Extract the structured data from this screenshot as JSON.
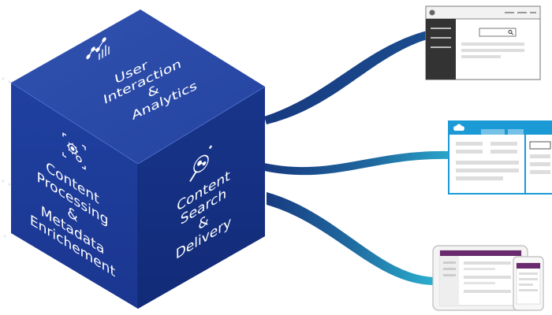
{
  "cube": {
    "top_face": [
      "User",
      "Interaction",
      "&",
      "Analytics"
    ],
    "left_face": [
      "Content",
      "Processing",
      "&",
      "Metadata",
      "Enrichement"
    ],
    "right_face": [
      "Content",
      "Search",
      "&",
      "Delivery"
    ]
  },
  "icons": {
    "top": "analytics-chart-icon",
    "left": "gear-processing-icon",
    "right": "magnifier-search-icon"
  },
  "colors": {
    "cube_top": "#2b4aa7",
    "cube_left": "#1c3997",
    "cube_right": "#14307f",
    "connector_dark": "#173a80",
    "connector_light": "#2aa6c9",
    "salesforce_blue": "#1b9ad6",
    "tablet_purple": "#6a2a6e",
    "web_sidebar": "#333333"
  }
}
